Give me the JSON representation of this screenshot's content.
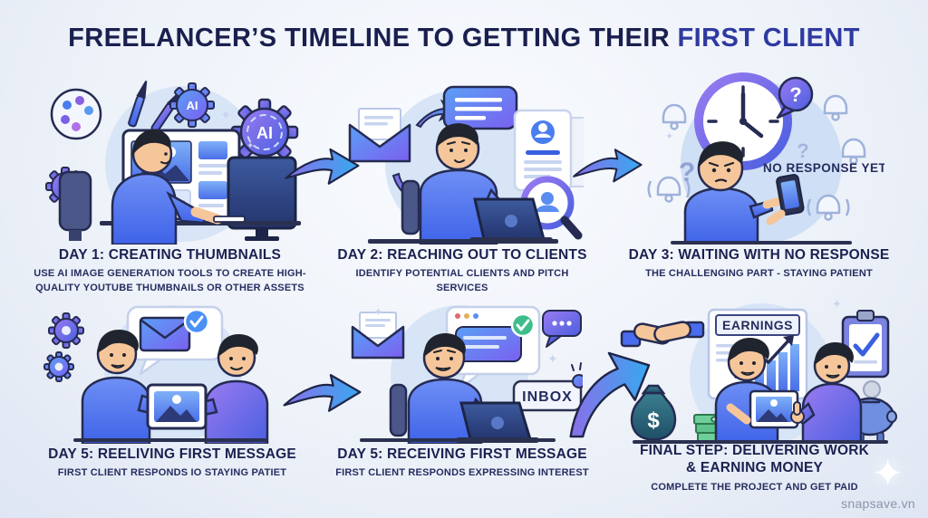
{
  "title": {
    "prefix": "FREELANCER’S TIMELINE TO GETTING THEIR ",
    "highlight": "FIRST CLIENT"
  },
  "panels": [
    {
      "title": "DAY 1: CREATING THUMBNAILS",
      "subtitle": "USE AI IMAGE GENERATION TOOLS TO CREATE HIGH-QUALITY YOUTUBE THUMBNAILS OR OTHER ASSETS"
    },
    {
      "title": "DAY 2: REACHING OUT TO CLIENTS",
      "subtitle": "IDENTIFY POTENTIAL CLIENTS AND PITCH SERVICES"
    },
    {
      "title": "DAY 3: WAITING WITH NO RESPONSE",
      "subtitle": "THE CHALLENGING PART - STAYING PATIENT"
    },
    {
      "title": "DAY 5: REELIVING FIRST MESSAGE",
      "subtitle": "FIRST CLIENT RESPONDS IO STAYING PATIET"
    },
    {
      "title": "DAY 5: RECEIVING FIRST MESSAGE",
      "subtitle": "FIRST CLIENT RESPONDS EXPRESSING INTEREST"
    },
    {
      "title": "FINAL STEP: DELIVERING WORK & EARNING MONEY",
      "subtitle": "COMPLETE THE PROJECT AND GET PAID"
    }
  ],
  "labels": {
    "ai": "AI",
    "no_response": "NO RESPONSE YET",
    "inbox": "INBOX",
    "earnings": "EARNINGS",
    "dollar": "$",
    "question": "?"
  },
  "watermark": "snapsave.vn",
  "colors": {
    "title_navy": "#191f4e",
    "title_highlight": "#2e3aa0",
    "outline_navy": "#252b52",
    "arrow_gradient": [
      "#8a6fe8",
      "#38a8f0"
    ],
    "shirt_blue": [
      "#6e8ff5",
      "#3f63e8"
    ],
    "sweater_purple": [
      "#9a9af2",
      "#6a6ade"
    ],
    "panel_circle": "#d7e5f7",
    "background": [
      "#f9fbfe",
      "#dfe6f3"
    ]
  }
}
